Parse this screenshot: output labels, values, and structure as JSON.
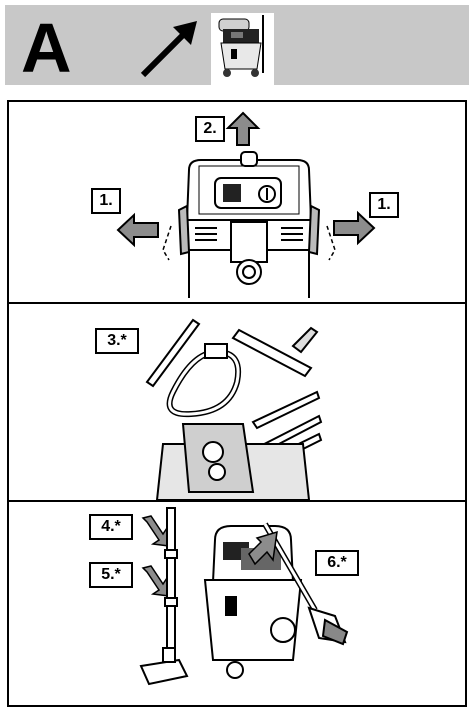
{
  "header": {
    "letter": "A"
  },
  "steps": {
    "step2": "2.",
    "step1_left": "1.",
    "step1_right": "1.",
    "step3": "3.*",
    "step4": "4.*",
    "step5": "5.*",
    "step6": "6.*"
  },
  "colors": {
    "header_bg": "#c8c8c8",
    "arrow_fill": "#8c8c8c",
    "line": "#000000"
  },
  "icons": [
    "up-arrow-icon",
    "left-arrow-icon",
    "right-arrow-icon",
    "down-right-arrow-icon"
  ]
}
